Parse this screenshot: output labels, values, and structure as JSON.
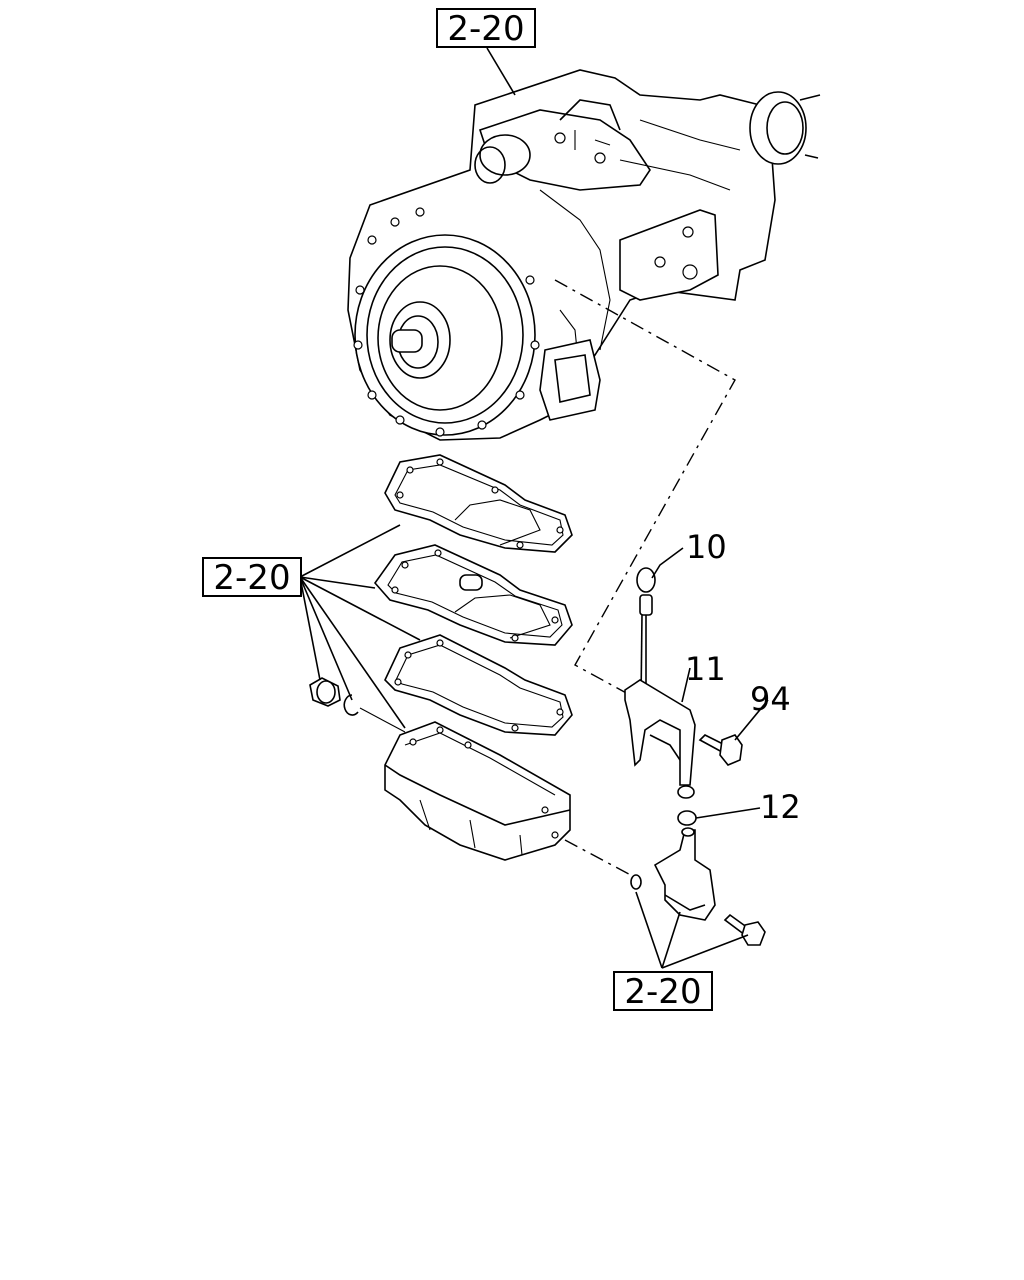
{
  "references": {
    "top": "2-20",
    "left": "2-20",
    "bottom": "2-20"
  },
  "callouts": {
    "c10": "10",
    "c11": "11",
    "c94": "94",
    "c12": "12"
  }
}
